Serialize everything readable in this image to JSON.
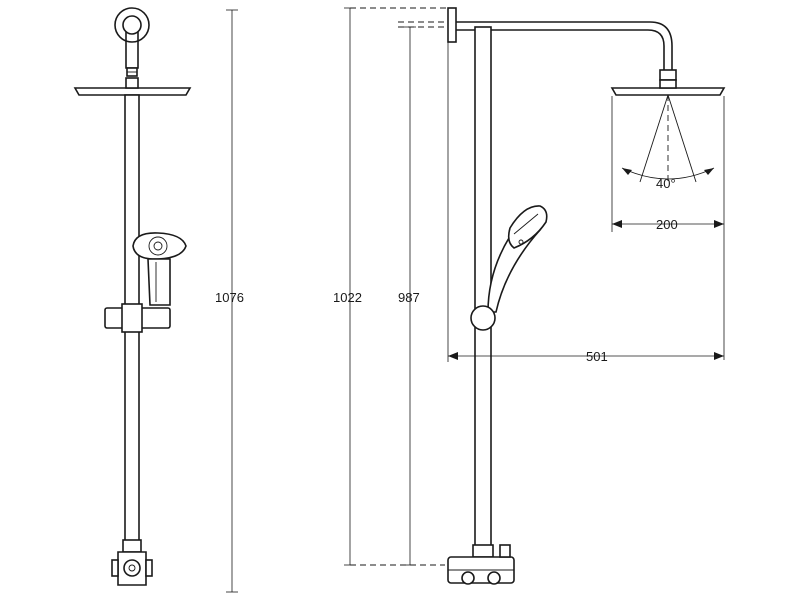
{
  "dimensions": {
    "front_height": "1076",
    "side_height_outer": "1022",
    "side_height_inner": "987",
    "arm_reach": "501",
    "head_diameter": "200",
    "spray_angle": "40°"
  }
}
